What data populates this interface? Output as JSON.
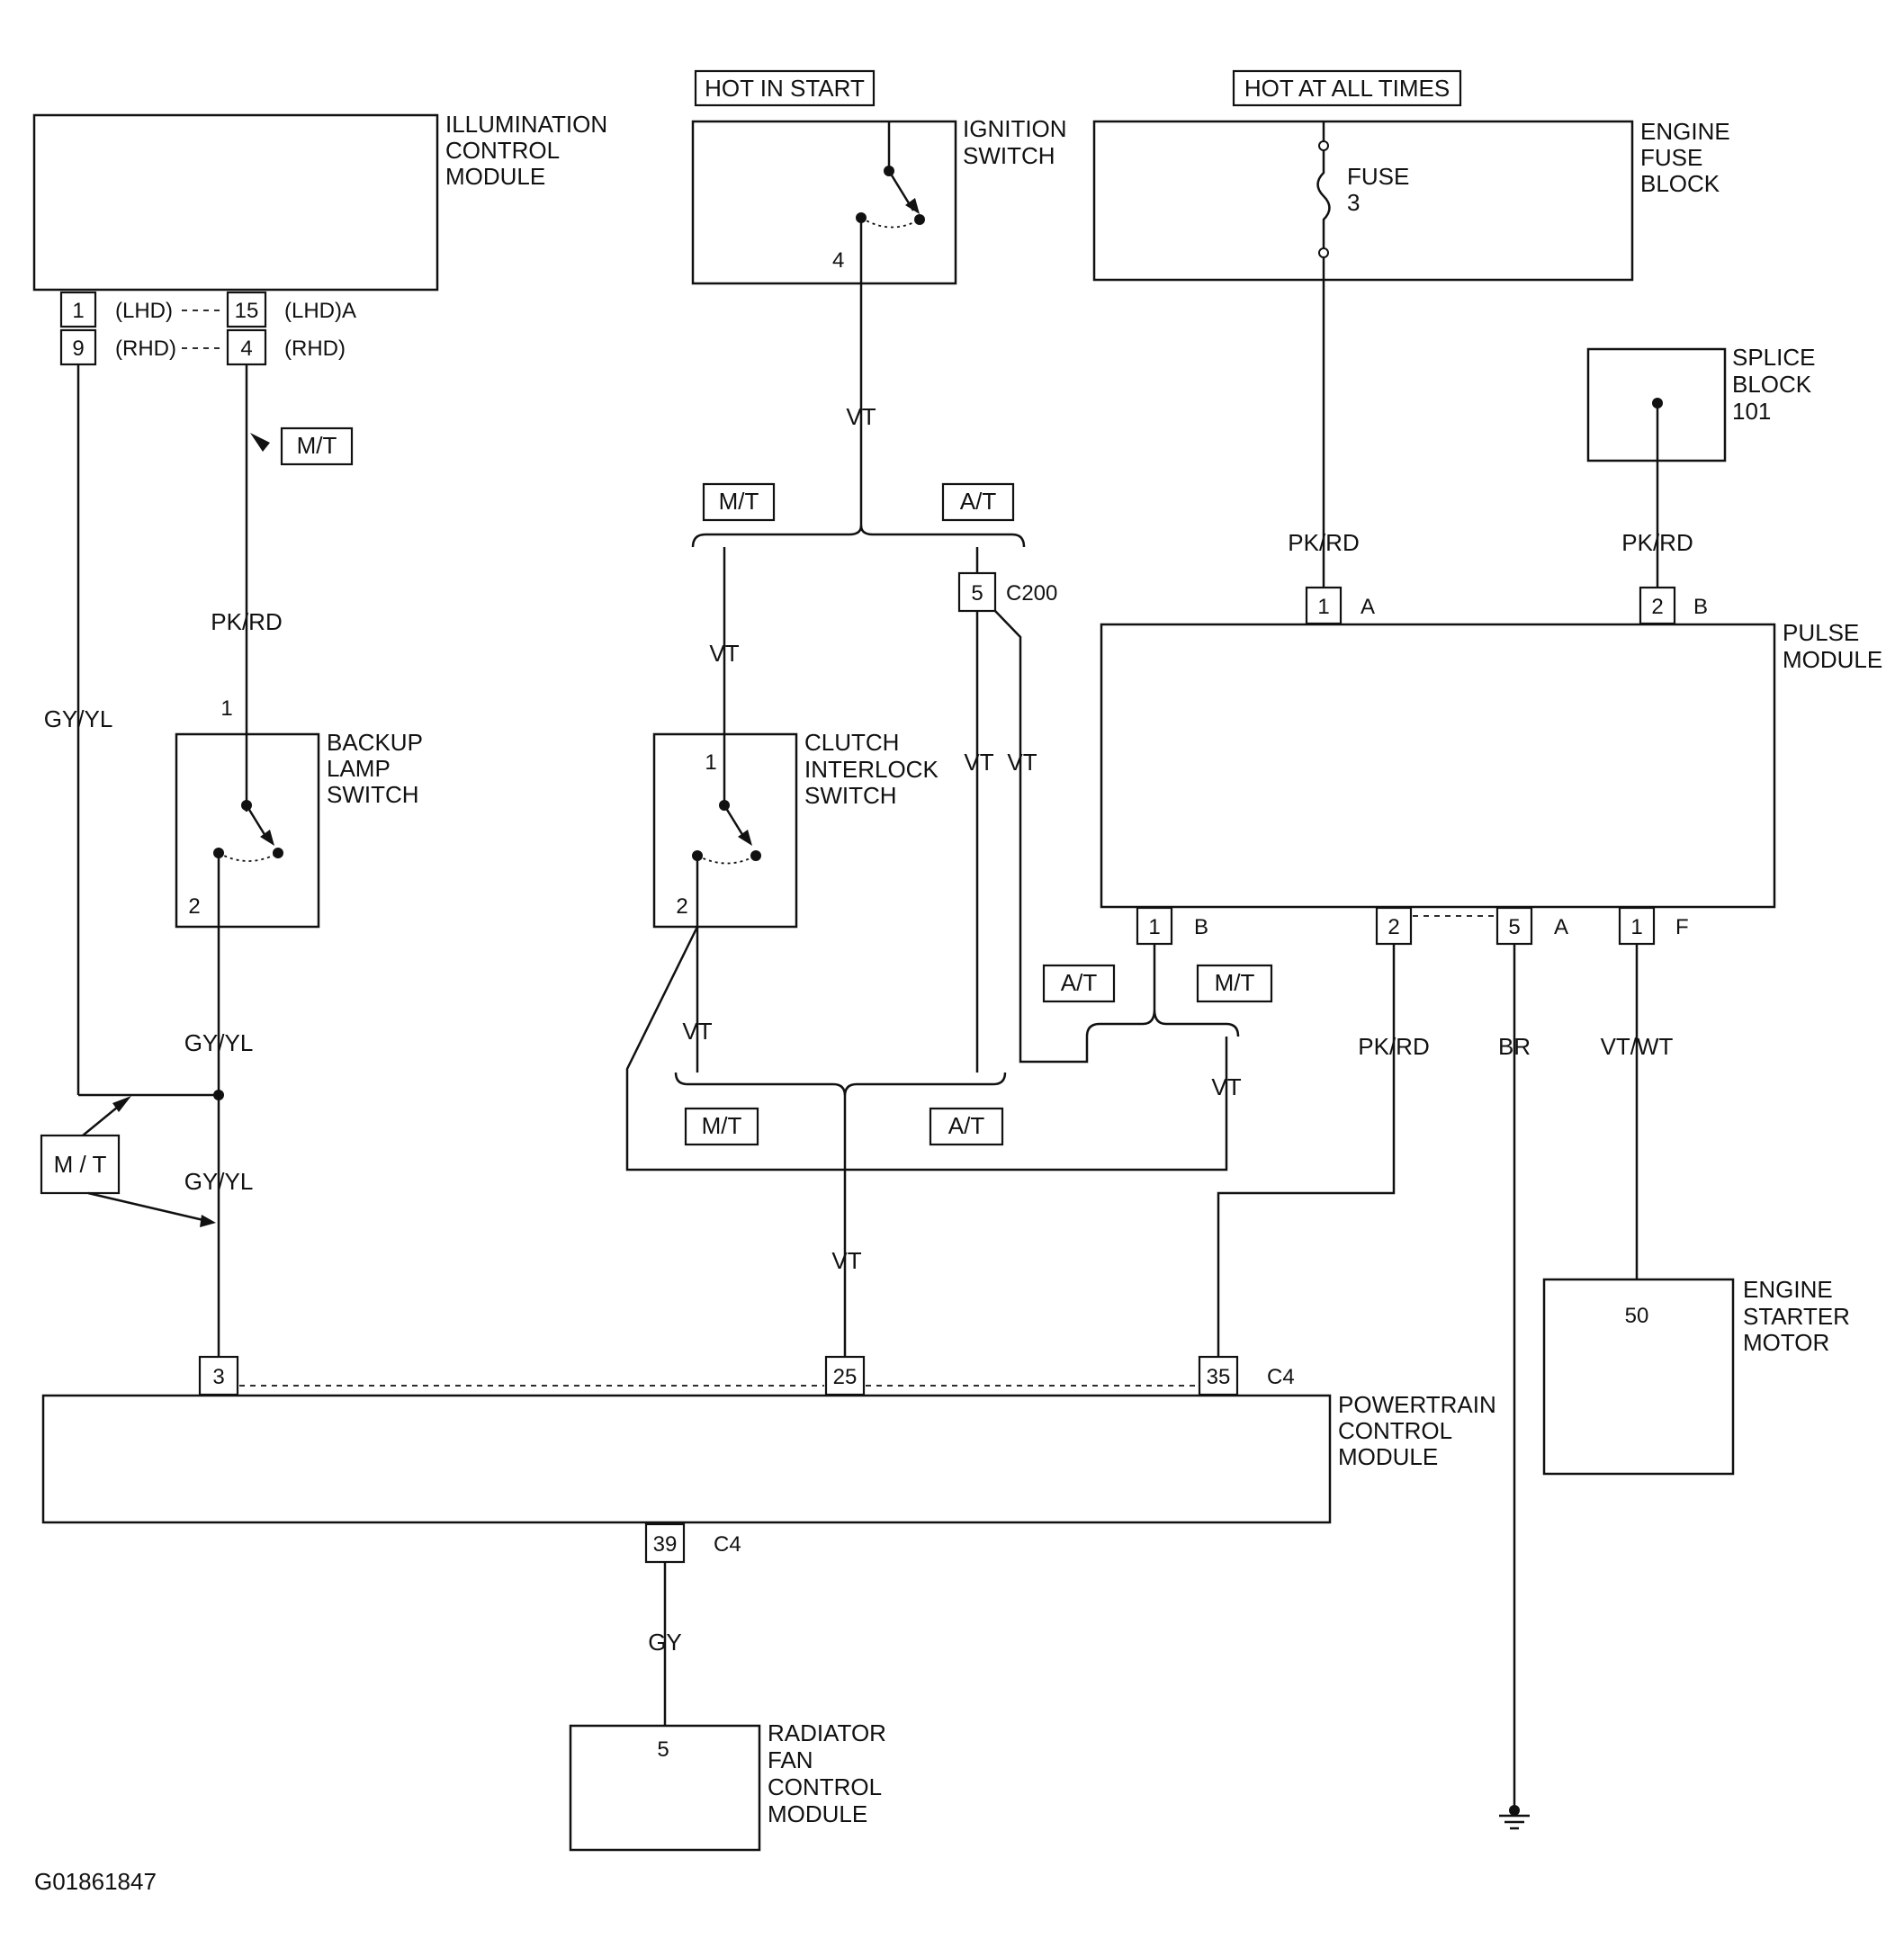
{
  "diagram_id": "G01861847",
  "headers": {
    "hot_in_start": "HOT IN START",
    "hot_at_all_times": "HOT AT ALL TIMES"
  },
  "components": {
    "illumination_control_module": [
      "ILLUMINATION",
      "CONTROL",
      "MODULE"
    ],
    "ignition_switch": [
      "IGNITION",
      "SWITCH"
    ],
    "engine_fuse_block": [
      "ENGINE",
      "FUSE",
      "BLOCK"
    ],
    "fuse": [
      "FUSE",
      "3"
    ],
    "splice_block": [
      "SPLICE",
      "BLOCK",
      "101"
    ],
    "pulse_module": [
      "PULSE",
      "MODULE"
    ],
    "backup_lamp_switch": [
      "BACKUP",
      "LAMP",
      "SWITCH"
    ],
    "clutch_interlock_switch": [
      "CLUTCH",
      "INTERLOCK",
      "SWITCH"
    ],
    "engine_starter_motor": [
      "ENGINE",
      "STARTER",
      "MOTOR"
    ],
    "powertrain_control_module": [
      "POWERTRAIN",
      "CONTROL",
      "MODULE"
    ],
    "radiator_fan_control_module": [
      "RADIATOR",
      "FAN",
      "CONTROL",
      "MODULE"
    ]
  },
  "pins": {
    "icm_1": "1",
    "icm_9": "9",
    "icm_15": "15",
    "icm_4": "4",
    "ign_4": "4",
    "c200_5": "5",
    "pm_1a": "1",
    "pm_2b": "2",
    "pm_1b": "1",
    "pm_2": "2",
    "pm_5a": "5",
    "pm_1f": "1",
    "backup_1": "1",
    "backup_2": "2",
    "clutch_1": "1",
    "clutch_2": "2",
    "pcm_3": "3",
    "pcm_25": "25",
    "pcm_35": "35",
    "pcm_39": "39",
    "starter_50": "50",
    "radiator_5": "5"
  },
  "pin_labels": {
    "lhd": "(LHD)",
    "rhd": "(RHD)",
    "lhd_a": "(LHD)A",
    "rhd_right": "(RHD)",
    "c200": "C200",
    "c4_top": "C4",
    "c4_bottom": "C4",
    "pm_a_top": "A",
    "pm_b_top": "B",
    "pm_b_bottom": "B",
    "pm_a_bottom": "A",
    "pm_f_bottom": "F"
  },
  "wires": {
    "vt_ign": "VT",
    "gy_yl_left": "GY/YL",
    "pk_rd_backup": "PK/RD",
    "gy_yl_backup": "GY/YL",
    "gy_yl_pcm": "GY/YL",
    "vt_mt": "VT",
    "vt_at": "VT",
    "vt_at2": "VT",
    "vt_clutch": "VT",
    "vt_pcm": "VT",
    "vt_right": "VT",
    "pk_rd_fuse": "PK/RD",
    "pk_rd_splice": "PK/RD",
    "pk_rd_pcm": "PK/RD",
    "br": "BR",
    "vt_wt": "VT/WT",
    "gy": "GY"
  },
  "tags": {
    "mt_backup": "M/T",
    "mt_ign": "M/T",
    "at_ign": "A/T",
    "mt_left": "M / T",
    "mt_pcm": "M/T",
    "at_pcm": "A/T",
    "at_pm": "A/T",
    "mt_pm": "M/T"
  }
}
